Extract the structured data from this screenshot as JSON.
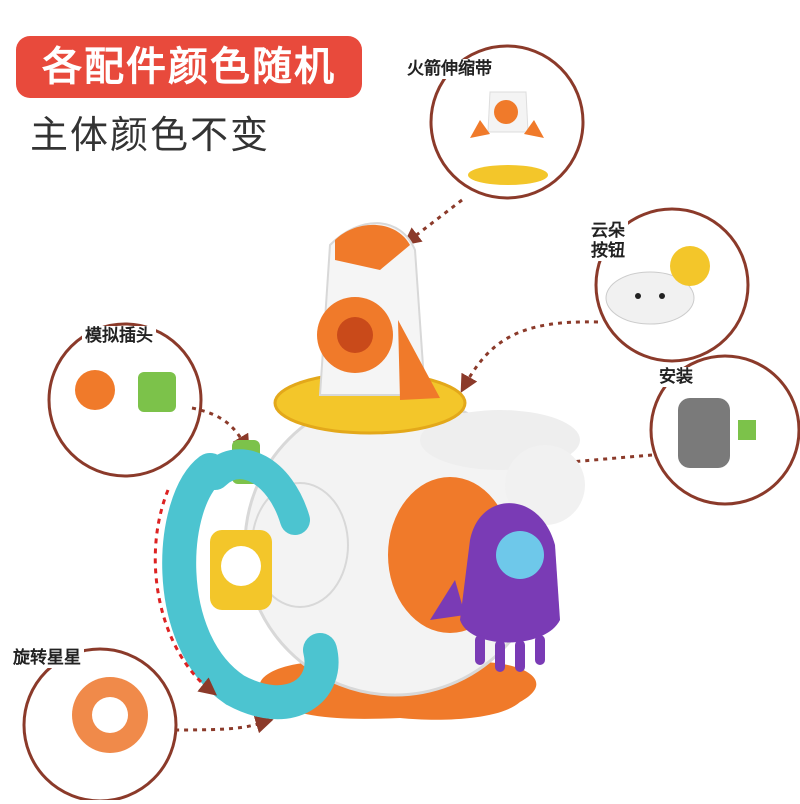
{
  "banner": {
    "text": "各配件颜色随机"
  },
  "subtitle": {
    "text": "主体颜色不变"
  },
  "callouts": {
    "rocket": "火箭伸缩带",
    "cloud_line1": "云朵",
    "cloud_line2": "按钮",
    "plug": "模拟插头",
    "install": "安装",
    "star": "旋转星星"
  },
  "colors": {
    "banner": "#e84a3c",
    "accent_orange": "#f07a2a",
    "teal": "#4cc4d0",
    "purple": "#7a3bb5",
    "arrow": "#a0522d"
  }
}
